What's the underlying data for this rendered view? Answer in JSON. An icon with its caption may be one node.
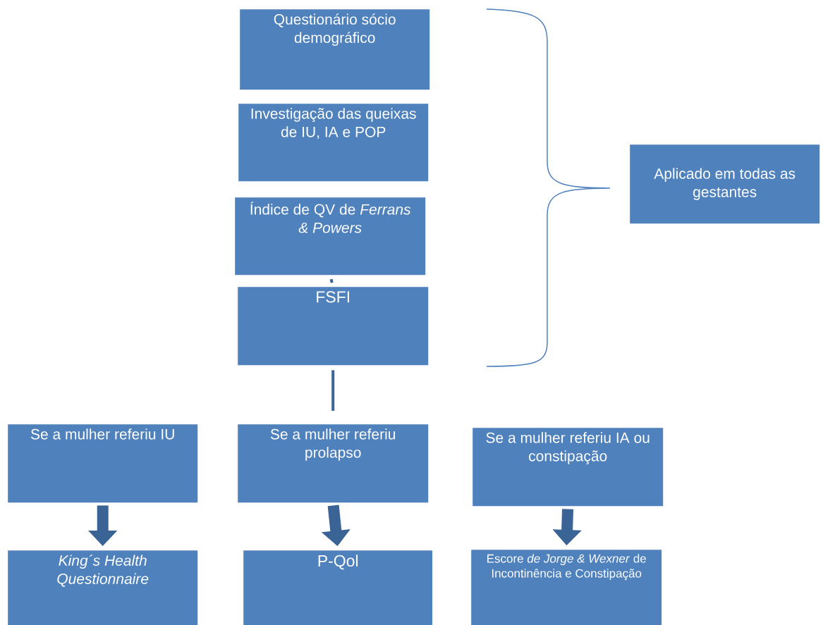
{
  "diagram": {
    "nodes": [
      {
        "text": [
          "Questionário sócio demográfico"
        ]
      },
      {
        "text": [
          "Investigação das queixas de IU, IA e POP"
        ]
      },
      {
        "text": [
          "Índice de QV de *Ferrans & Powers*"
        ]
      },
      {
        "text": [
          "FSFI"
        ]
      },
      {
        "text": [
          "Aplicado em todas as gestantes"
        ]
      },
      {
        "text": [
          "Se a mulher referiu IU"
        ]
      },
      {
        "text": [
          "Se a mulher referiu prolapso"
        ]
      },
      {
        "text": [
          "Se a mulher referiu IA ou constipação"
        ]
      },
      {
        "text": [
          "King´s Health Questionnaire"
        ]
      },
      {
        "text": [
          "P-Qol"
        ]
      },
      {
        "text": [
          "Escore *de Jorge & Wexner* de Incontinência e Constipação"
        ]
      }
    ],
    "edges": [
      {
        "from": 2,
        "to": 3,
        "arrow": "none"
      },
      {
        "from": 3,
        "to": 6,
        "arrow": "none"
      },
      {
        "from": 5,
        "to": 8,
        "arrow": "to"
      },
      {
        "from": 6,
        "to": 9,
        "arrow": "to"
      },
      {
        "from": 7,
        "to": 10,
        "arrow": "to"
      }
    ]
  }
}
